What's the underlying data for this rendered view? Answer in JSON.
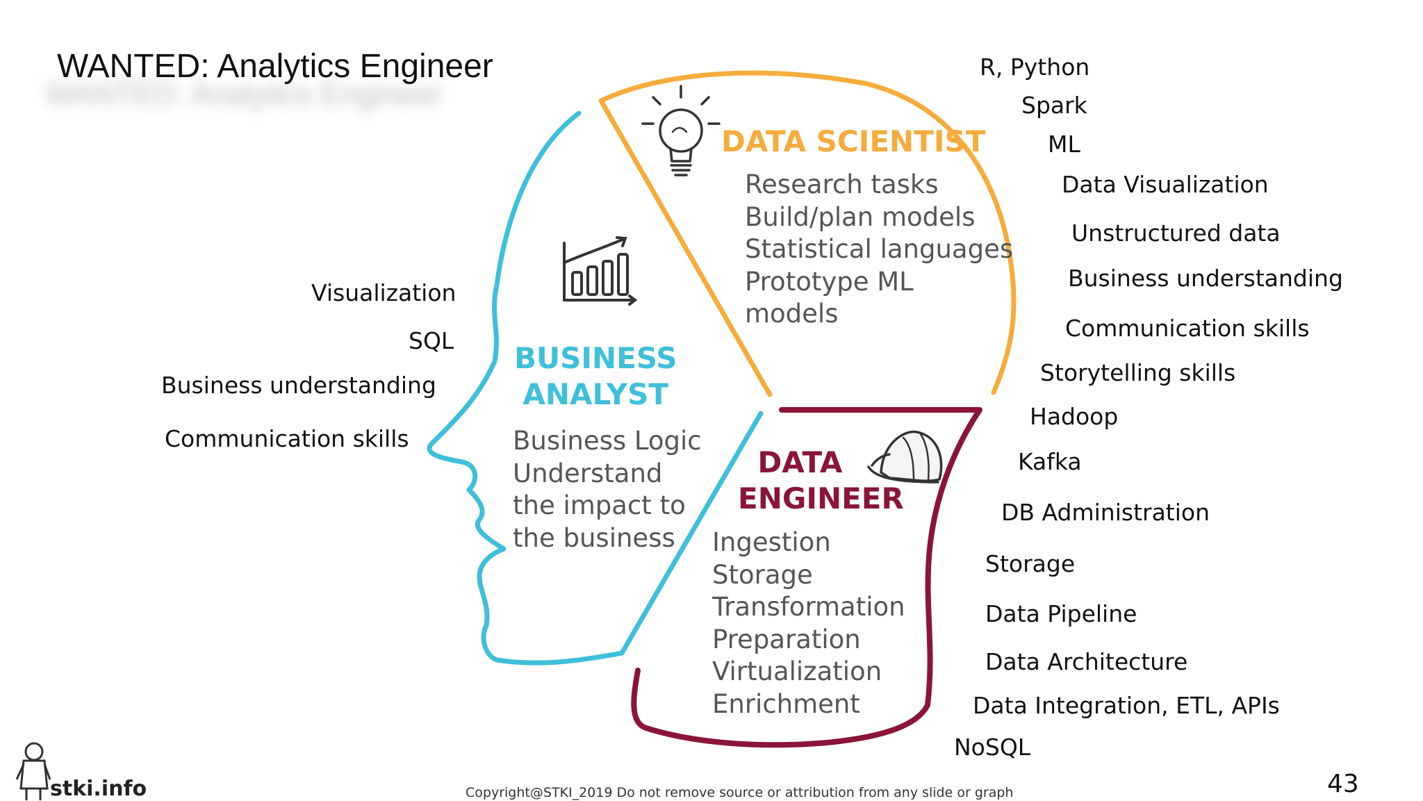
{
  "title": "WANTED: Analytics Engineer",
  "roles": {
    "data_scientist": {
      "heading": "DATA SCIENTIST",
      "tasks": [
        "Research tasks",
        "Build/plan models",
        "Statistical languages",
        "Prototype ML",
        "models"
      ],
      "color": "#f5ac3c"
    },
    "business_analyst": {
      "heading_line1": "BUSINESS",
      "heading_line2": "ANALYST",
      "tasks": [
        "Business Logic",
        "Understand",
        "the impact to",
        "the business"
      ],
      "color": "#3fbfd9"
    },
    "data_engineer": {
      "heading_line1": "DATA",
      "heading_line2": "ENGINEER",
      "tasks": [
        "Ingestion",
        "Storage",
        "Transformation",
        "Preparation",
        "Virtualization",
        "Enrichment"
      ],
      "color": "#8a1538"
    }
  },
  "left_skills": [
    "Visualization",
    "SQL",
    "Business understanding",
    "Communication skills"
  ],
  "right_skills": [
    "R, Python",
    "Spark",
    "ML",
    "Data Visualization",
    "Unstructured data",
    "Business understanding",
    "Communication skills",
    "Storytelling skills",
    "Hadoop",
    "Kafka",
    "DB Administration",
    "Storage",
    "Data Pipeline",
    "Data Architecture",
    "Data Integration, ETL, APIs",
    "NoSQL"
  ],
  "icons": {
    "data_scientist": "lightbulb-icon",
    "business_analyst": "bar-chart-growth-icon",
    "data_engineer": "hard-hat-icon",
    "logo": "mascot-icon"
  },
  "footer": {
    "copyright": "Copyright@STKI_2019 Do not remove source or attribution from any slide or graph",
    "page_number": "43",
    "logo_text": "stki.info"
  }
}
